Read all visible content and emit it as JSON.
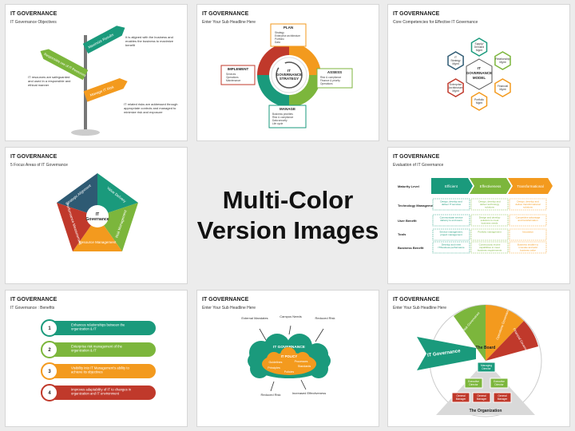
{
  "center": {
    "line1": "Multi-Color",
    "line2": "Version Images"
  },
  "slide1": {
    "title": "IT GOVERNANCE",
    "subtitle": "IT Governance Objectives",
    "signs": [
      "Maximize Results",
      "Responsible use of IT Resources",
      "Manage IT Risk"
    ],
    "texts": [
      "It is aligned with the business and enables the business to maximize benefit",
      "IT resources are safeguarded and used in a responsible and ethical manner",
      "IT related risks are addressed through appropriate controls and managed to minimize risk and exposure"
    ]
  },
  "slide2": {
    "title": "IT GOVERNANCE",
    "subtitle": "Enter Your Sub Headline Here",
    "center": [
      "IT",
      "GOVERNANCE",
      "STRATEGY"
    ],
    "plan": {
      "label": "PLAN",
      "items": [
        "Strategy",
        "Enterprise architecture",
        "Portfolio",
        "Data"
      ]
    },
    "assess": {
      "label": "ASSESS",
      "items": [
        "Risk & compliance",
        "Finance & priority",
        "Operations"
      ]
    },
    "manage": {
      "label": "MANAGE",
      "items": [
        "Business priorities",
        "Risk & compliance",
        "Data security",
        "Life cycle"
      ]
    },
    "implement": {
      "label": "IMPLEMENT",
      "items": [
        "Services",
        "Operations",
        "Maintenance"
      ]
    }
  },
  "slide3": {
    "title": "IT GOVERNANCE",
    "subtitle": "Core Competencies for Effective IT Governance",
    "center": [
      "IT",
      "GOVERNANCE",
      "MODEL"
    ],
    "nodes": [
      "Supply/ Demand Mgmt",
      "Relationship Mgmt",
      "Financial Mgmt",
      "Portfolio Mgmt",
      "Enterprise Architecture Mgmt",
      "IT Strategy Mgmt"
    ]
  },
  "slide4": {
    "title": "IT GOVERNANCE",
    "subtitle": "5 Focus Areas of IT Governance",
    "center": [
      "IT",
      "Governance"
    ],
    "areas": [
      "Strategic Alignment",
      "Value Delivery",
      "Risk Management",
      "Resource Management",
      "Performance Measurement"
    ]
  },
  "slide6": {
    "title": "IT GOVERNANCE",
    "subtitle": "Evaluation of IT Governance",
    "columns": [
      "Efficient",
      "Effectiveness",
      "Transformational"
    ],
    "rows": [
      "Maturity Level",
      "Technology Management",
      "User Benefit",
      "Tools",
      "Business Benefit"
    ],
    "cells": [
      [
        "Design, develop and deliver IT services",
        "Design, develop and deliver technology solutions",
        "Design, develop and deliver transformational solutions"
      ],
      [
        "Communicate service delivery to end users",
        "Design and develop solutions to meet business needs",
        "Competitive advantage and transformation"
      ],
      [
        "Service management, project management",
        "Portfolio management",
        "Innovation"
      ],
      [
        "Develop and meet IT/business performance",
        "Continuously evolve capabilities to meet business requirements",
        "Business enabler to innovate and add business value"
      ]
    ]
  },
  "slide7": {
    "title": "IT GOVERNANCE",
    "subtitle": "IT Governance : Benefits",
    "items": [
      {
        "num": "1",
        "text": "Enhances relationships between the organization & IT",
        "color": "#1a9a7c"
      },
      {
        "num": "2",
        "text": "Enterprise risk management of the organization & IT",
        "color": "#7cb63c"
      },
      {
        "num": "3",
        "text": "Visibility into IT Management's ability to achieve its objectives",
        "color": "#f39a1e"
      },
      {
        "num": "4",
        "text": "Improves adaptability of IT to changes in organization and IT environment",
        "color": "#c0392b"
      }
    ]
  },
  "slide8": {
    "title": "IT GOVERNANCE",
    "subtitle": "Enter Your Sub Headline Here",
    "cloud_title": "IT GOVERNANCE",
    "policy": "IT POLICY",
    "inner": [
      "Guidelines",
      "Processes",
      "Principles",
      "Standards",
      "Policies"
    ],
    "around": [
      "External Mandates",
      "Campus Needs",
      "Reduced Risk",
      "Reduced Risk",
      "Increased Effectiveness"
    ]
  },
  "slide9": {
    "title": "IT GOVERNANCE",
    "subtitle": "Enter Your Sub Headline Here",
    "arrow": "IT Governance",
    "board": "The Board",
    "organization": "The Organization",
    "sectors": [
      "Risk Governance",
      "Operations Governance",
      "Financial Governance"
    ],
    "boxes": [
      "Managing Director",
      "Executive Director",
      "Executive Director",
      "General Manager",
      "General Manager",
      "General Manager"
    ]
  }
}
